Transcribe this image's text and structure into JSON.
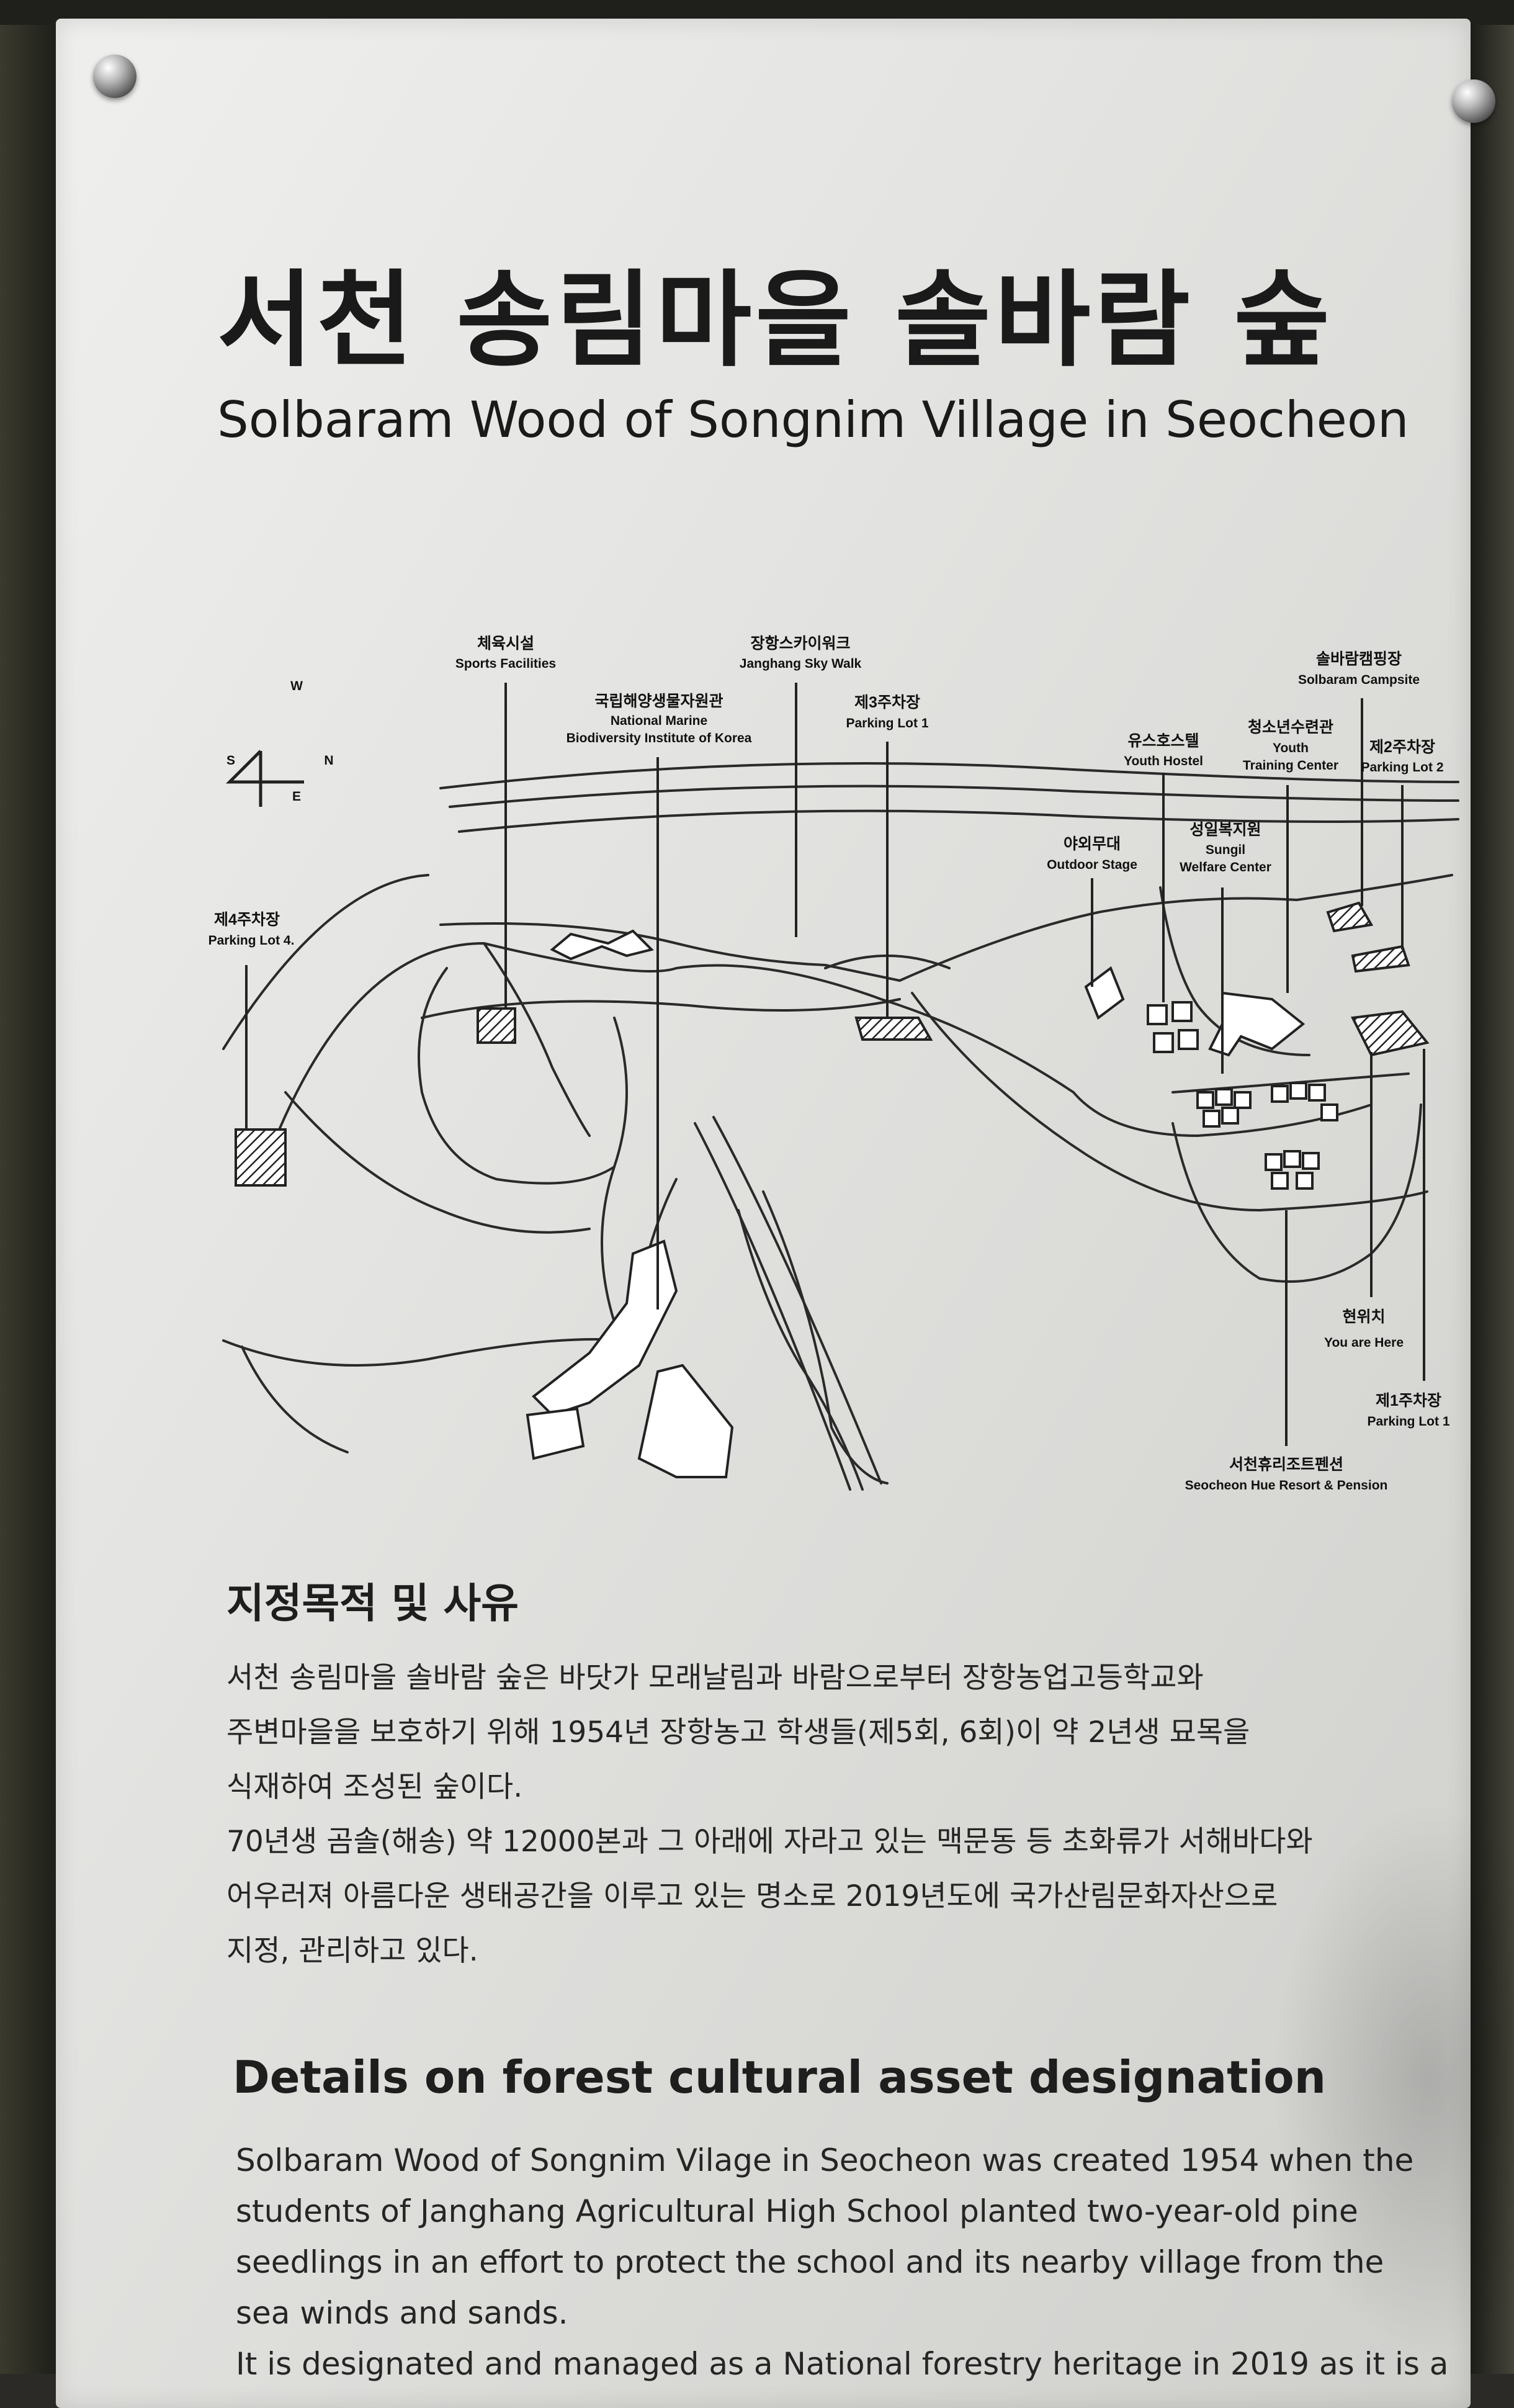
{
  "title_ko": "서천 송림마을 솔바람 숲",
  "title_en": "Solbaram Wood of Songnim Village in Seocheon",
  "compass": {
    "w": "W",
    "s": "S",
    "n": "N",
    "e": "E"
  },
  "map_labels": {
    "sports_ko": "체육시설",
    "sports_en": "Sports Facilities",
    "marine_ko": "국립해양생물자원관",
    "marine_en1": "National Marine",
    "marine_en2": "Biodiversity Institute of Korea",
    "skywalk_ko": "장항스카이워크",
    "skywalk_en": "Janghang Sky Walk",
    "lot3_ko": "제3주차장",
    "lot3_en": "Parking Lot 1",
    "lot4_ko": "제4주차장",
    "lot4_en": "Parking Lot 4.",
    "hostel_ko": "유스호스텔",
    "hostel_en": "Youth Hostel",
    "ytc_ko": "청소년수련관",
    "ytc_en1": "Youth",
    "ytc_en2": "Training Center",
    "campsite_ko": "솔바람캠핑장",
    "campsite_en": "Solbaram Campsite",
    "lot2_ko": "제2주차장",
    "lot2_en": "Parking Lot 2",
    "stage_ko": "야외무대",
    "stage_en": "Outdoor Stage",
    "sungil_ko": "성일복지원",
    "sungil_en1": "Sungil",
    "sungil_en2": "Welfare Center",
    "here_ko": "현위치",
    "here_en": "You are Here",
    "lot1_ko": "제1주차장",
    "lot1_en": "Parking Lot 1",
    "resort_ko": "서천휴리조트펜션",
    "resort_en": "Seocheon Hue Resort & Pension"
  },
  "section_ko": {
    "heading": "지정목적 및 사유",
    "lines": [
      "  서천 송림마을 솔바람 숲은 바닷가 모래날림과 바람으로부터 장항농업고등학교와",
      "주변마을을 보호하기 위해 1954년 장항농고 학생들(제5회, 6회)이 약 2년생 묘목을",
      "식재하여 조성된 숲이다.",
      "  70년생 곰솔(해송) 약 12000본과 그 아래에 자라고 있는 맥문동 등 초화류가 서해바다와",
      "어우러져 아름다운 생태공간을 이루고 있는 명소로 2019년도에 국가산림문화자산으로",
      "지정, 관리하고 있다."
    ]
  },
  "section_en": {
    "heading": "Details on forest cultural asset designation",
    "lines": [
      "Solbaram Wood of Songnim Vilage in Seocheon was created 1954 when the",
      "students of Janghang Agricultural High School planted two-year-old pine",
      "seedlings in an effort to protect the school and its nearby village from the",
      "sea winds and sands.",
      "It is designated and managed as a National forestry heritage in 2019 as it is a"
    ]
  }
}
